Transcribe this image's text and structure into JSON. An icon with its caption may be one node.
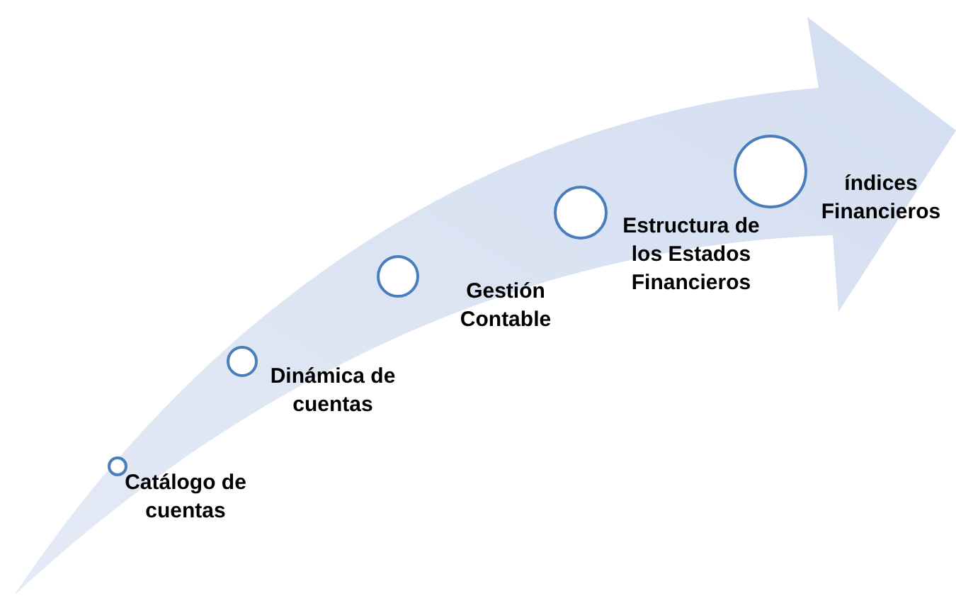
{
  "diagram": {
    "nodes": [
      {
        "text": [
          "Catálogo de cuentas"
        ]
      },
      {
        "text": [
          "Dinámica de cuentas"
        ]
      },
      {
        "text": [
          "Gestión Contable"
        ]
      },
      {
        "text": [
          "Estructura de los Estados Financieros"
        ]
      },
      {
        "text": [
          "índices Financieros"
        ]
      }
    ]
  }
}
